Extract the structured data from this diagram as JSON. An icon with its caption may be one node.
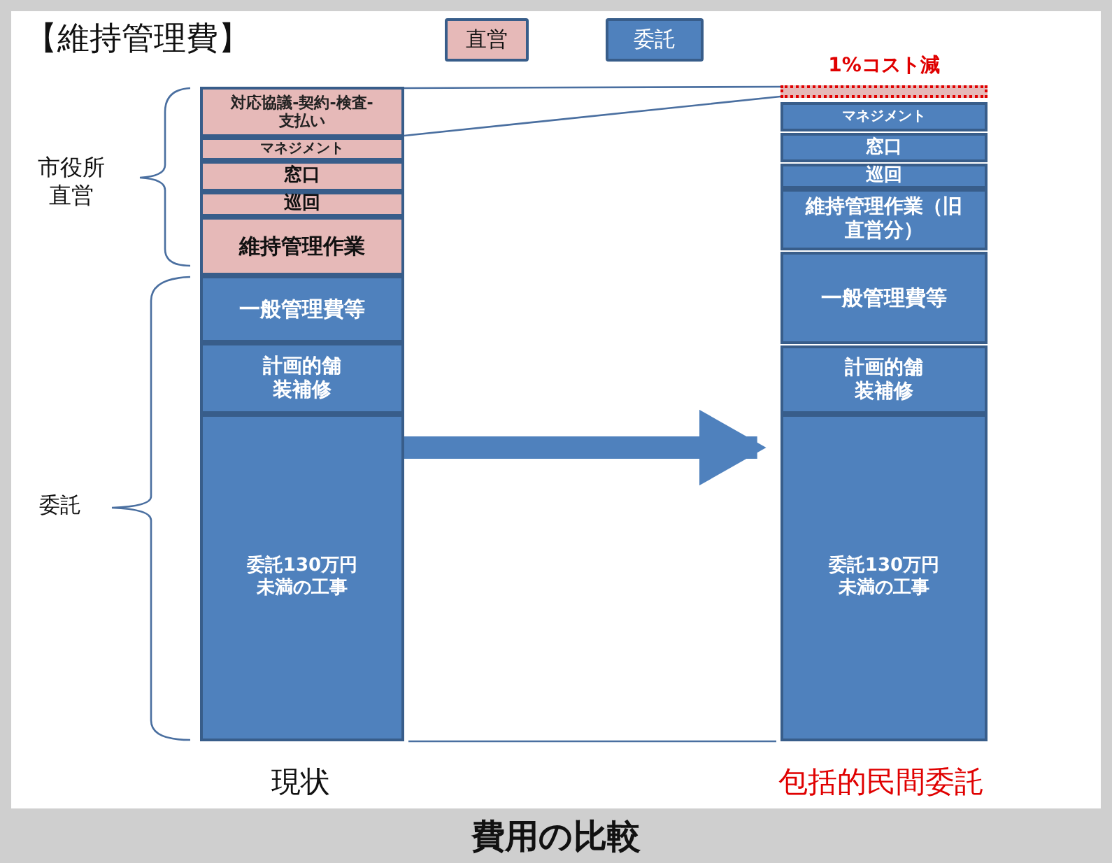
{
  "diagram": {
    "title": "【維持管理費】",
    "caption": "費用の比較",
    "nodes": [
      {
        "text": [],
        "shape": "bar",
        "beside": [
          "現状"
        ]
      },
      {
        "text": [
          "対応協議-契約-検査-支払い"
        ],
        "in": 0
      },
      {
        "text": [
          "マネジメント"
        ],
        "in": 0
      },
      {
        "text": [
          "窓口"
        ],
        "in": 0
      },
      {
        "text": [
          "巡回"
        ],
        "in": 0
      },
      {
        "text": [
          "維持管理作業"
        ],
        "in": 0
      },
      {
        "text": [
          "一般管理費等"
        ],
        "in": 0
      },
      {
        "text": [
          "計画的舗装補修"
        ],
        "in": 0
      },
      {
        "text": [
          "委託130万円未満の工事"
        ],
        "in": 0
      },
      {
        "text": [],
        "shape": "bar",
        "beside": [
          "包括的民間委託"
        ]
      },
      {
        "text": [],
        "shape": "bar",
        "in": 9,
        "beside": [
          "1%コスト減"
        ]
      },
      {
        "text": [
          "マネジメント"
        ],
        "in": 9
      },
      {
        "text": [
          "窓口"
        ],
        "in": 9
      },
      {
        "text": [
          "巡回"
        ],
        "in": 9
      },
      {
        "text": [
          "維持管理作業（旧直営分）"
        ],
        "in": 9
      },
      {
        "text": [
          "一般管理費等"
        ],
        "in": 9
      },
      {
        "text": [
          "計画的舗装補修"
        ],
        "in": 9
      },
      {
        "text": [
          "委託130万円未満の工事"
        ],
        "in": 9
      }
    ],
    "edges": [
      {
        "from": 1,
        "to": 10,
        "arrow": "none"
      },
      {
        "from": 1,
        "to": 10,
        "arrow": "none"
      },
      {
        "from": 0,
        "to": 9,
        "arrow": "to",
        "style": "thick"
      }
    ],
    "labels": [
      "市役所直営",
      "委託"
    ],
    "legend": [
      {
        "text": "直営",
        "color": "#e6b9b8"
      },
      {
        "text": "委託",
        "color": "#4f81bd"
      }
    ]
  }
}
